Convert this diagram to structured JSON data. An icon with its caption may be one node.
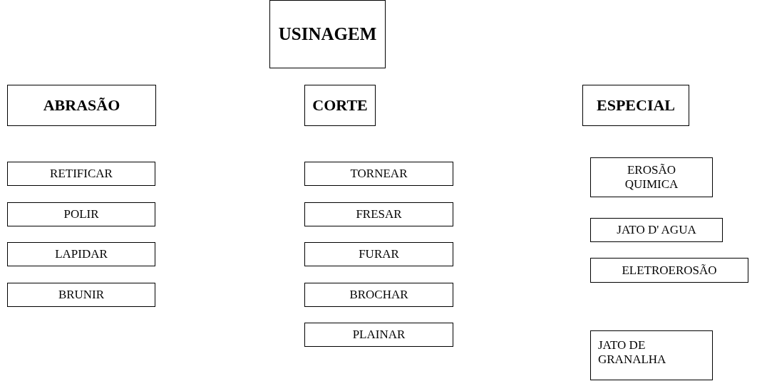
{
  "diagram": {
    "nodes": [
      {
        "text": [
          "USINAGEM"
        ]
      },
      {
        "text": [
          "ABRASÃO"
        ]
      },
      {
        "text": [
          "CORTE"
        ]
      },
      {
        "text": [
          "ESPECIAL"
        ]
      },
      {
        "text": [
          "RETIFICAR"
        ]
      },
      {
        "text": [
          "POLIR"
        ]
      },
      {
        "text": [
          "LAPIDAR"
        ]
      },
      {
        "text": [
          "BRUNIR"
        ]
      },
      {
        "text": [
          "TORNEAR"
        ]
      },
      {
        "text": [
          "FRESAR"
        ]
      },
      {
        "text": [
          "FURAR"
        ]
      },
      {
        "text": [
          "BROCHAR"
        ]
      },
      {
        "text": [
          "PLAINAR"
        ]
      },
      {
        "text": [
          "EROSÃO QUIMICA"
        ]
      },
      {
        "text": [
          "JATO D' AGUA"
        ]
      },
      {
        "text": [
          "ELETROEROSÃO"
        ]
      },
      {
        "text": [
          "JATO DE GRANALHA"
        ]
      }
    ]
  }
}
